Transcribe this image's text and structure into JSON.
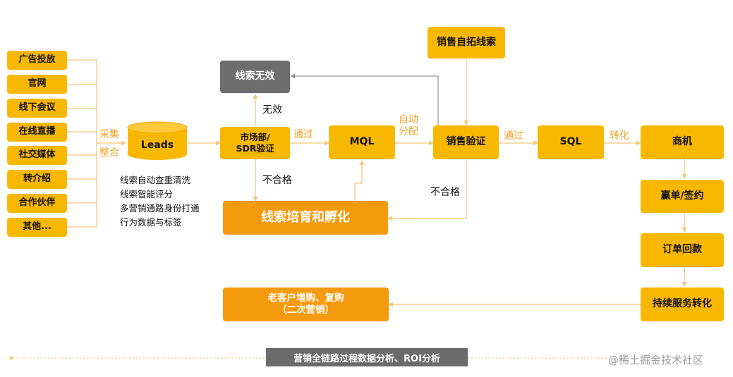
{
  "sources": [
    "广告投放",
    "官网",
    "线下会议",
    "在线直播",
    "社交媒体",
    "转介绍",
    "合作伙伴",
    "其他..."
  ],
  "labels": {
    "collect_1": "采集",
    "collect_2": "整合",
    "invalid": "无效",
    "pass_1": "通过",
    "unqualified_1": "不合格",
    "auto_assign": "自动\n分配",
    "unqualified_2": "不合格",
    "pass_2": "通过",
    "convert": "转化"
  },
  "nodes": {
    "leads": "Leads",
    "lead_invalid": "线索无效",
    "marketing_verify": "市场部/\nSDR验证",
    "mql": "MQL",
    "sales_self_leads": "销售自拓线索",
    "sales_verify": "销售验证",
    "sql": "SQL",
    "opportunity": "商机",
    "nurture": "线索培育和孵化",
    "win_sign": "赢单/签约",
    "payment": "订单回款",
    "continuous_service": "持续服务转化",
    "repurchase": "老客户增购、复购\n（二次营销）"
  },
  "leads_notes": [
    "线索自动查重清洗",
    "线索智能评分",
    "多营销通路身份打通",
    "行为数据与标签"
  ],
  "bottom_bar": "营销全链路过程数据分析、ROI分析",
  "watermark": "@稀土掘金技术社区",
  "colors": {
    "node_yellow": "#f9b800",
    "node_orange": "#f59a0c",
    "node_grey": "#6d6d6d",
    "connector": "#f5c878",
    "edge_label": "#f0a020"
  }
}
